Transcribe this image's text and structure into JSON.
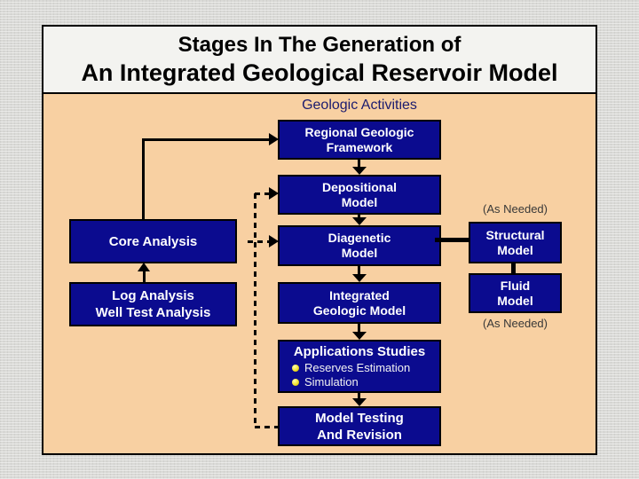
{
  "title": {
    "line1": "Stages In The Generation of",
    "line2": "An Integrated Geological Reservoir Model"
  },
  "header": {
    "label": "Geologic Activities"
  },
  "boxes": {
    "regional": "Regional Geologic\nFramework",
    "depositional": "Depositional\nModel",
    "diagenetic": "Diagenetic\nModel",
    "integrated": "Integrated\nGeologic Model",
    "model_testing": "Model Testing\nAnd Revision",
    "core": "Core Analysis",
    "log": "Log Analysis\nWell Test Analysis",
    "structural": "Structural\nModel",
    "fluid": "Fluid\nModel"
  },
  "applications": {
    "heading": "Applications Studies",
    "bullets": [
      "Reserves Estimation",
      "Simulation"
    ]
  },
  "annotations": {
    "as_needed_top": "(As Needed)",
    "as_needed_bottom": "(As Needed)"
  },
  "colors": {
    "box_fill": "#0b0b8f",
    "box_text": "#ffffff",
    "slide_background": "#f8d0a2",
    "title_background": "#f3f3f0",
    "desktop_background": "#d9d9d6",
    "header_text": "#1b1b6e",
    "as_needed_text": "#383838",
    "bullet_accent": "#f2e22e",
    "connector": "#000000"
  }
}
